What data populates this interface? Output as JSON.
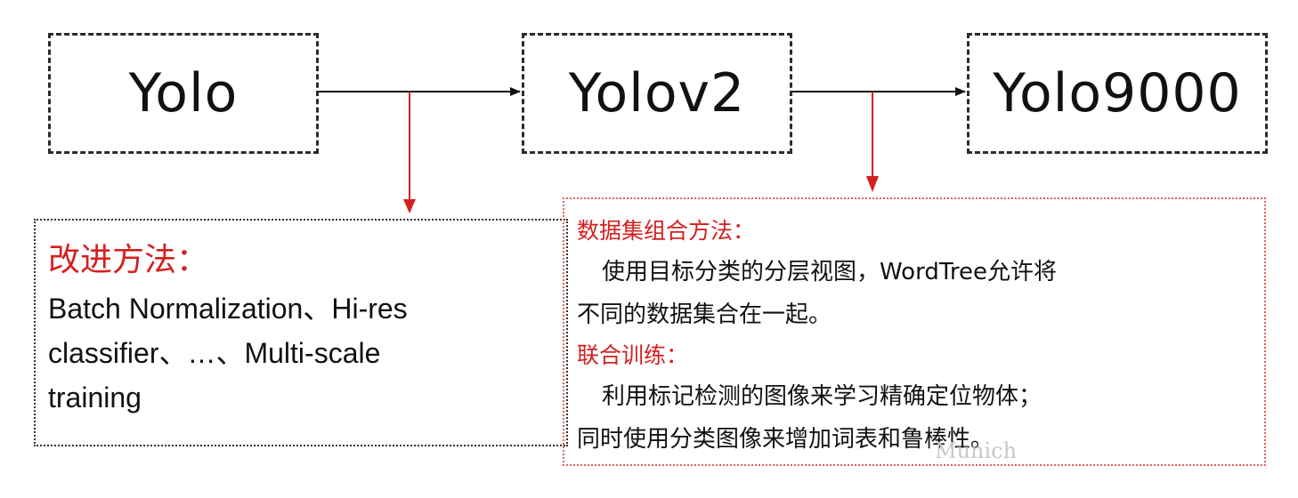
{
  "nodes": {
    "yolo": "Yolo",
    "yolov2": "Yolov2",
    "yolo9000": "Yolo9000"
  },
  "left_panel": {
    "heading": "改进方法：",
    "body_lines": [
      "Batch Normalization、Hi-res",
      "classifier、…、Multi-scale",
      "training"
    ]
  },
  "right_panel": {
    "section1_heading": "数据集组合方法：",
    "section1_lines": [
      "使用目标分类的分层视图，WordTree允许将",
      "不同的数据集合在一起。"
    ],
    "section2_heading": "联合训练：",
    "section2_lines": [
      "利用标记检测的图像来学习精确定位物体；",
      "同时使用分类图像来增加词表和鲁棒性。"
    ]
  },
  "watermark": "Munich",
  "colors": {
    "connector": "#111111",
    "annotation": "#d42020",
    "node_border": "#2b2b2b"
  }
}
